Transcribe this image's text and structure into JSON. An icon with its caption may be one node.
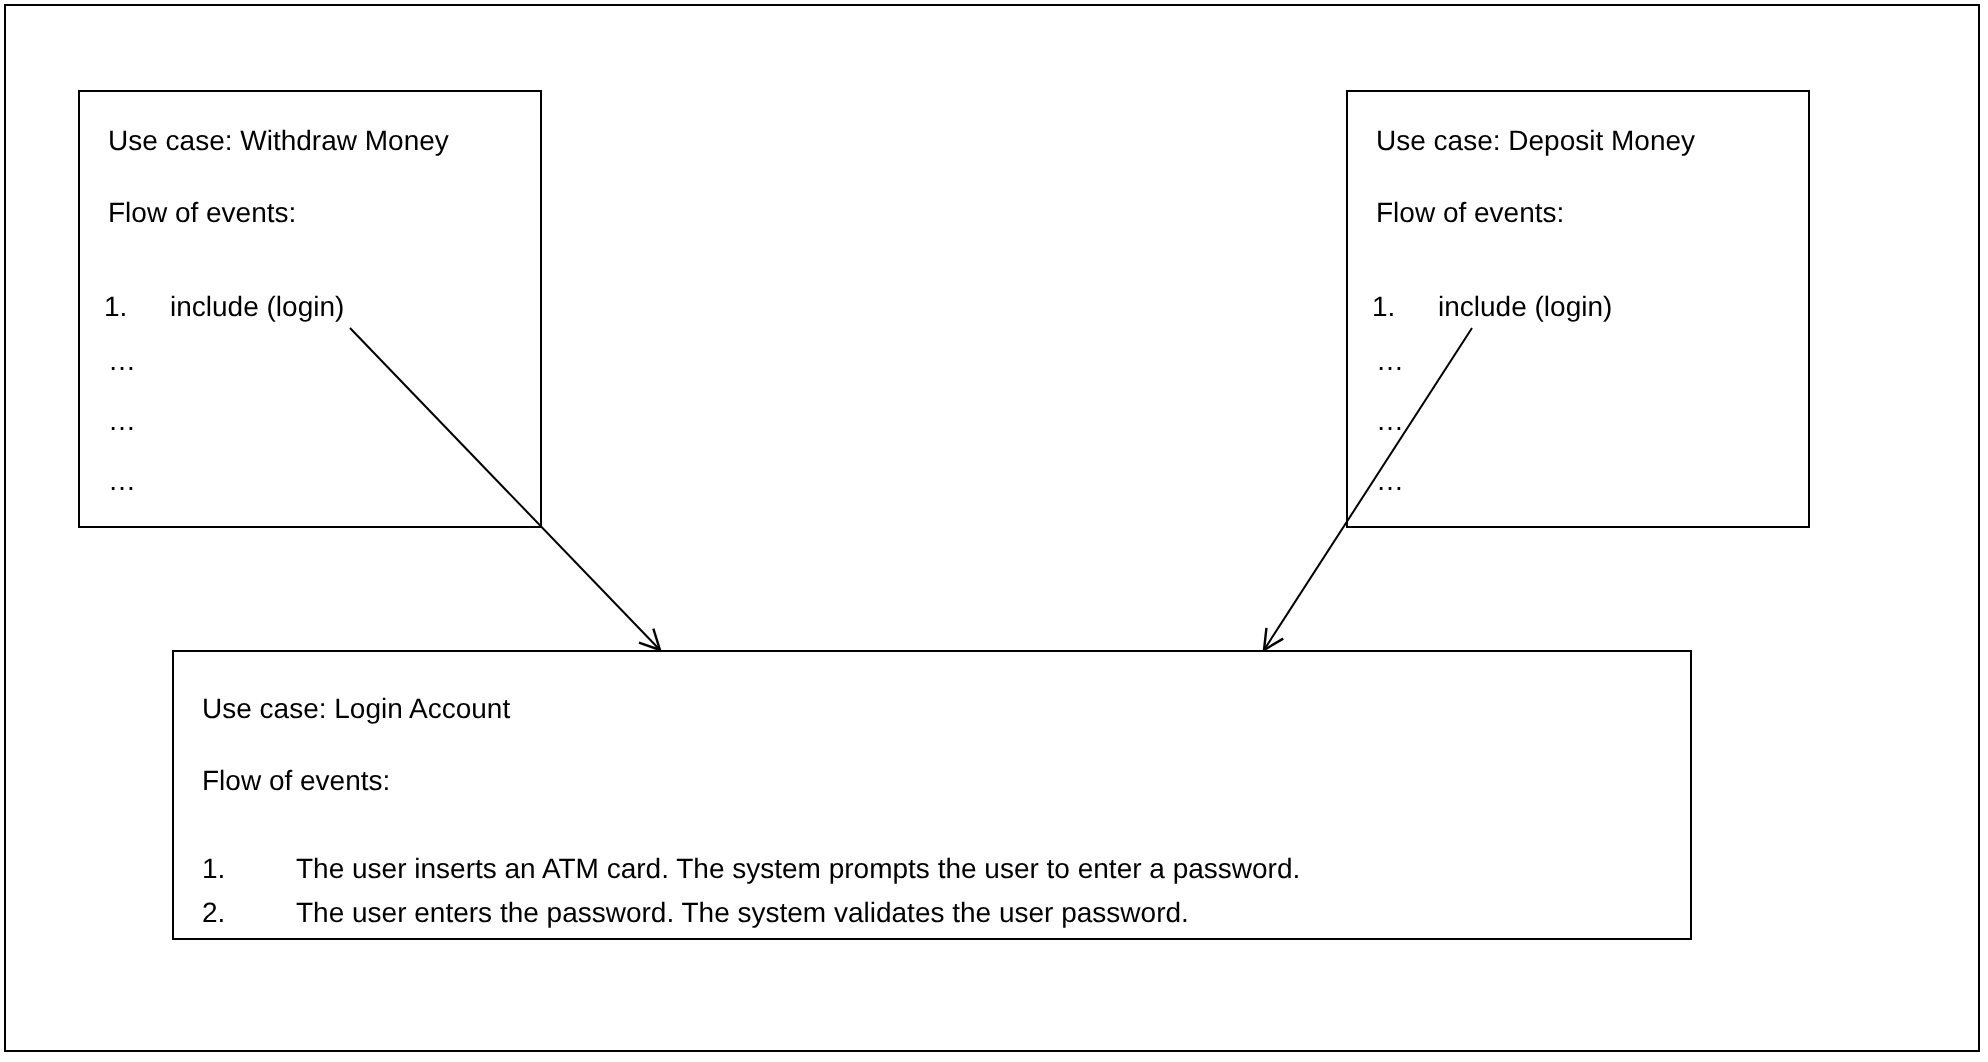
{
  "diagram": {
    "nodes": [
      {
        "text": [
          "Use case: Withdraw Money",
          "Flow of events:",
          "…",
          "…",
          "…"
        ]
      },
      {
        "text": [
          "1.",
          "include (login)"
        ],
        "in": 0
      },
      {
        "text": [
          "Use case: Deposit Money",
          "Flow of events:",
          "…",
          "…",
          "…"
        ]
      },
      {
        "text": [
          "1.",
          "include (login)"
        ],
        "in": 2
      },
      {
        "text": [
          "Use case: Login Account",
          "Flow of events:",
          "1.",
          "The user inserts an ATM card. The system prompts the user to enter a password.",
          "2.",
          "The user enters the password. The system validates the user password."
        ]
      }
    ],
    "edges": [
      {
        "from": 1,
        "to": 4,
        "arrow": "to"
      },
      {
        "from": 3,
        "to": 4,
        "arrow": "to"
      }
    ]
  }
}
